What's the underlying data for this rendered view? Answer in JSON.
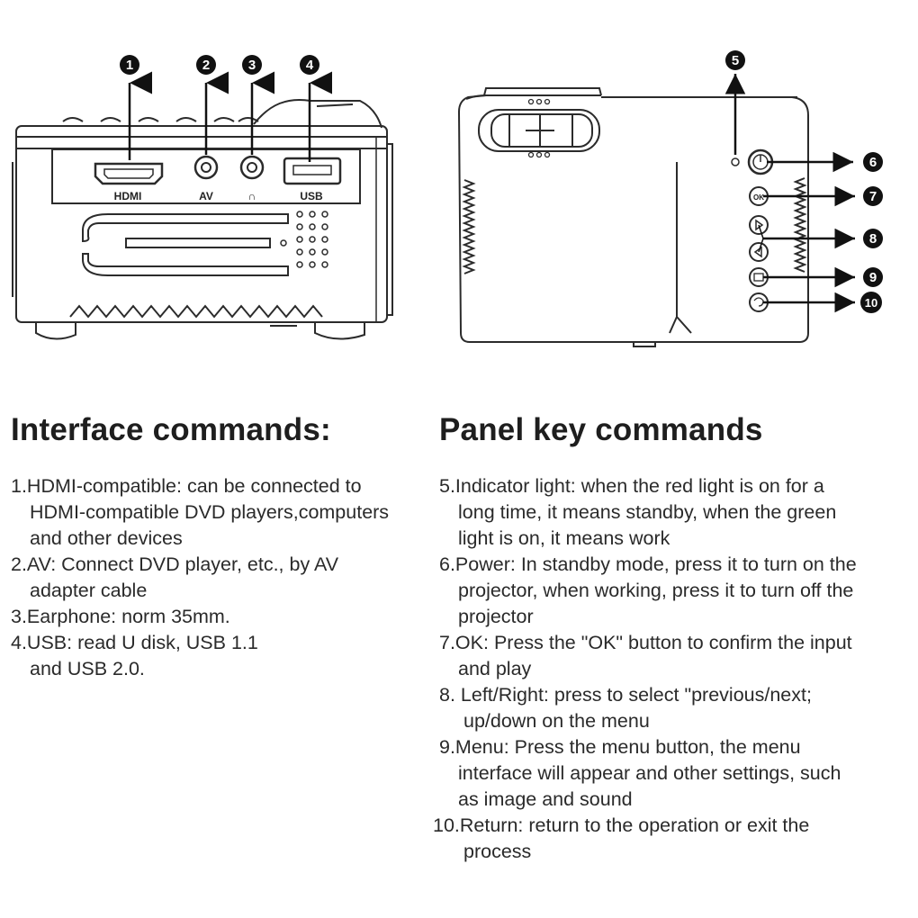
{
  "left_panel": {
    "callouts": [
      "1",
      "2",
      "3",
      "4"
    ],
    "port_labels": {
      "hdmi": "HDMI",
      "av": "AV",
      "earphone": "∩",
      "usb": "USB"
    }
  },
  "right_panel": {
    "callouts": [
      "5",
      "6",
      "7",
      "8",
      "9",
      "10"
    ],
    "ok_label": "OK"
  },
  "interface": {
    "title": "Interface commands:",
    "items": [
      "1.HDMI-compatible: can be connected to\nHDMI-compatible DVD players,computers\nand other devices",
      "2.AV: Connect DVD player, etc., by AV\nadapter cable",
      "3.Earphone: norm 35mm.",
      "4.USB: read U disk, USB 1.1\nand USB 2.0."
    ]
  },
  "panel": {
    "title": "Panel key commands",
    "items": [
      "5.Indicator light: when the red light is on for a\nlong time, it means standby, when the green\nlight is on, it means work",
      "6.Power: In standby mode, press it to turn on the\nprojector, when working, press it to turn off the\nprojector",
      "7.OK: Press the \"OK\" button to confirm the input\nand play",
      "8. Left/Right: press to select \"previous/next;\nup/down on the menu",
      "9.Menu: Press the menu button, the menu\ninterface will appear and other settings, such\nas image and sound",
      "10.Return: return to the operation or exit the\nprocess"
    ]
  },
  "colors": {
    "line": "#2b2b2b",
    "badge": "#111111",
    "text": "#2a2a2a"
  }
}
